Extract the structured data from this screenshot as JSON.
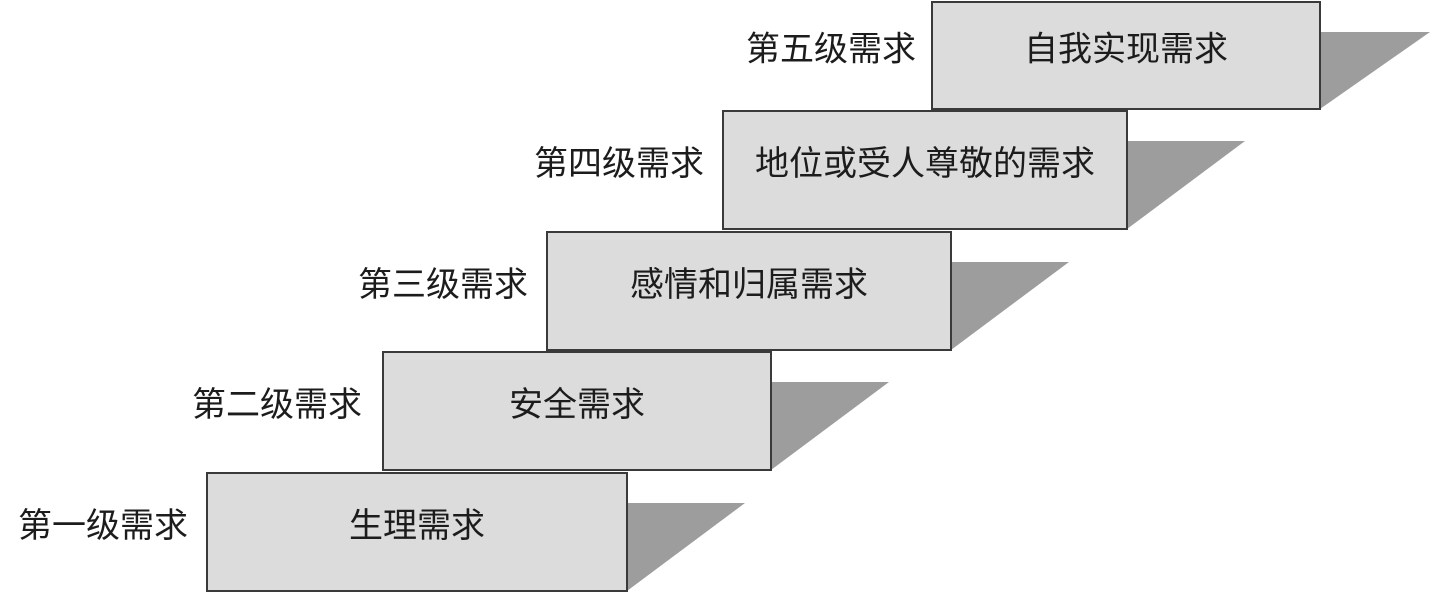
{
  "diagram": {
    "steps": [
      {
        "level": "第一级需求",
        "need": "生理需求"
      },
      {
        "level": "第二级需求",
        "need": "安全需求"
      },
      {
        "level": "第三级需求",
        "need": "感情和归属需求"
      },
      {
        "level": "第四级需求",
        "need": "地位或受人尊敬的需求"
      },
      {
        "level": "第五级需求",
        "need": "自我实现需求"
      }
    ]
  },
  "colors": {
    "box_fill": "#dcdcdc",
    "shadow": "#9d9d9d",
    "border": "#3a3a3a",
    "text": "#1c1c1c"
  }
}
